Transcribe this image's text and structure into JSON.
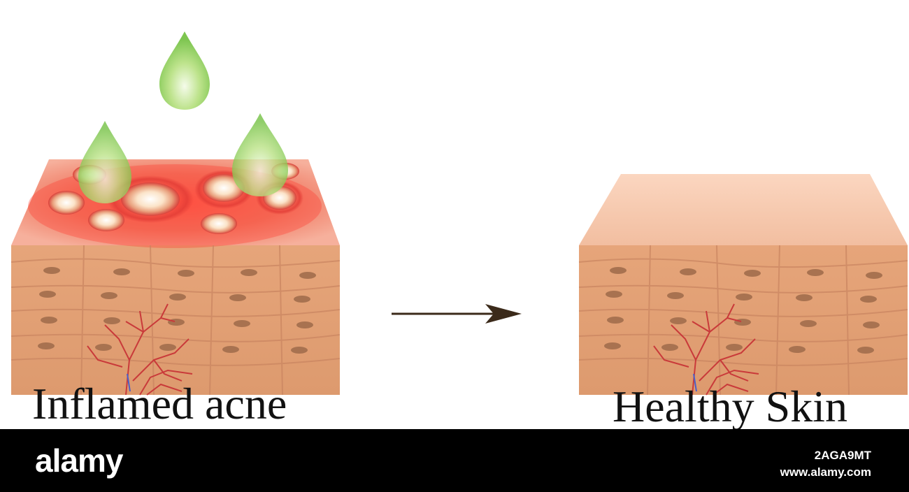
{
  "left_panel": {
    "caption": "Inflamed acne"
  },
  "right_panel": {
    "caption": "Healthy Skin"
  },
  "watermark": {
    "logo": "alamy",
    "image_id": "2AGA9MT",
    "url": "www.alamy.com"
  },
  "colors": {
    "skin_top": "#f5c6a8",
    "skin_side": "#e2a176",
    "cell_outline": "#d4926a",
    "nucleus": "#a87250",
    "inflammation": "#e8312f",
    "drop_green": "#8dd05a",
    "vessel": "#c93a3a",
    "arrow": "#3b2a1a",
    "footer": "#000000"
  }
}
